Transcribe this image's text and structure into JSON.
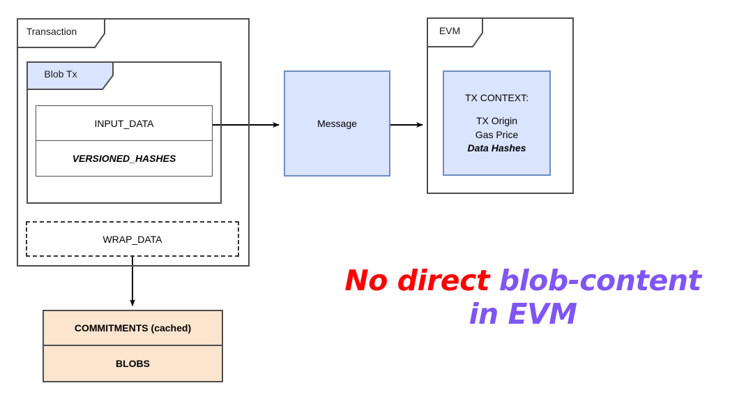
{
  "diagram": {
    "title_hidden": "",
    "colors": {
      "blue_fill": "#dae4fc",
      "blue_stroke": "#6c8ebf",
      "orange_fill": "#fce5cf",
      "box_stroke": "#4d4d4d",
      "callout_red": "#ff0000",
      "callout_purple": "#7f56f2",
      "background": "#ffffff"
    },
    "transaction": {
      "tab_label": "Transaction",
      "blob_tx": {
        "tab_label": "Blob Tx",
        "rows": [
          {
            "label": "INPUT_DATA",
            "style": "regular"
          },
          {
            "label": "VERSIONED_HASHES",
            "style": "bold-italic"
          }
        ]
      },
      "wrap_data": {
        "label": "WRAP_DATA",
        "border": "dashed"
      }
    },
    "message": {
      "label": "Message"
    },
    "evm": {
      "tab_label": "EVM",
      "tx_context": {
        "title": "TX CONTEXT:",
        "items": [
          {
            "label": "TX Origin",
            "style": "regular"
          },
          {
            "label": "Gas Price",
            "style": "regular"
          },
          {
            "label": "Data Hashes",
            "style": "bold-italic"
          }
        ]
      }
    },
    "blob_store": {
      "rows": [
        {
          "label": "COMMITMENTS (cached)"
        },
        {
          "label": "BLOBS"
        }
      ]
    },
    "callout": {
      "line1_red": "No direct",
      "line1_purple": "blob-content",
      "line2_purple": "in EVM"
    },
    "edges": [
      {
        "name": "input-data-to-message",
        "from": "INPUT_DATA",
        "to": "Message"
      },
      {
        "name": "message-to-evm",
        "from": "Message",
        "to": "EVM"
      },
      {
        "name": "wrap-data-to-blobs",
        "from": "WRAP_DATA",
        "to": "COMMITMENTS (cached)"
      }
    ]
  }
}
